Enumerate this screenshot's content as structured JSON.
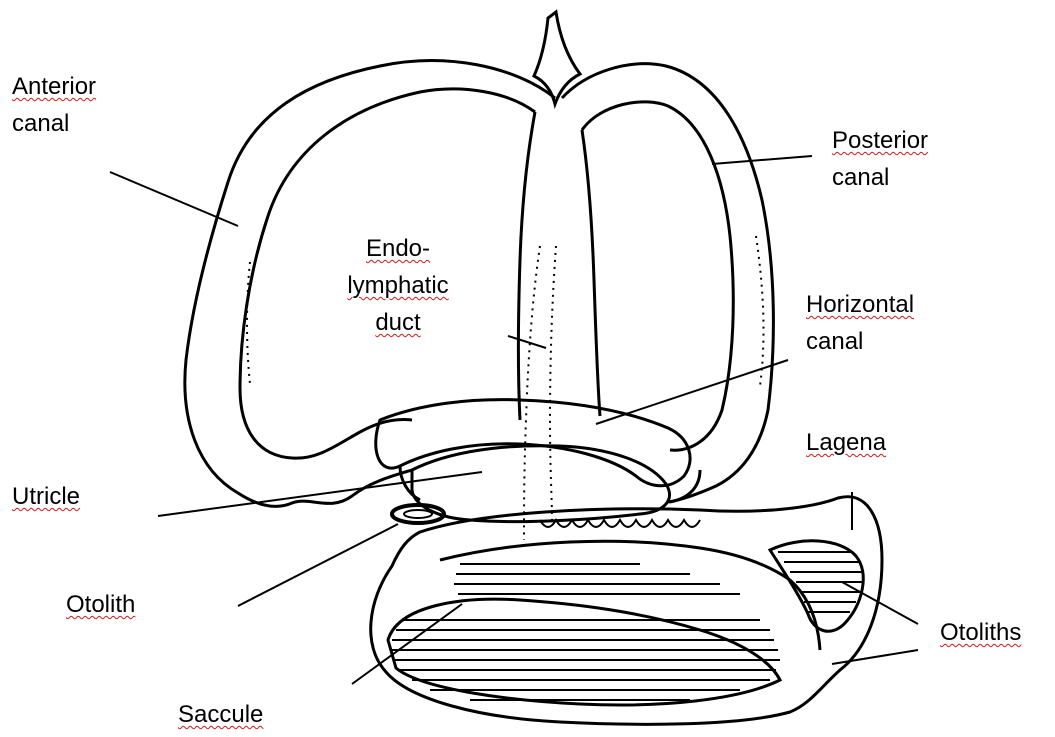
{
  "labels": {
    "anterior_canal": [
      "Anterior",
      "canal"
    ],
    "posterior_canal": [
      "Posterior",
      "canal"
    ],
    "endolymphatic_duct": [
      "Endo-",
      "lymphatic",
      "duct"
    ],
    "horizontal_canal": [
      "Horizontal",
      "canal"
    ],
    "lagena": [
      "Lagena"
    ],
    "utricle": [
      "Utricle"
    ],
    "otolith": [
      "Otolith"
    ],
    "otoliths": [
      "Otoliths"
    ],
    "saccule": [
      "Saccule"
    ]
  },
  "colors": {
    "ink": "#000000",
    "background": "#ffffff",
    "spellcheck_underline": "#d01818"
  }
}
